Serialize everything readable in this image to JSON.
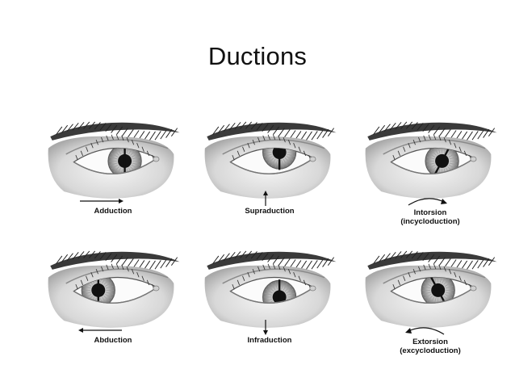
{
  "title": "Ductions",
  "panels": [
    {
      "label": "Adduction",
      "sub": "",
      "icon": "arrow-right-icon"
    },
    {
      "label": "Supraduction",
      "sub": "",
      "icon": "arrow-up-icon"
    },
    {
      "label": "Intorsion",
      "sub": "(incycloduction)",
      "icon": "curved-arrow-right-icon"
    },
    {
      "label": "Abduction",
      "sub": "",
      "icon": "arrow-left-icon"
    },
    {
      "label": "Infraduction",
      "sub": "",
      "icon": "arrow-down-icon"
    },
    {
      "label": "Extorsion",
      "sub": "(excycloduction)",
      "icon": "curved-arrow-left-icon"
    }
  ]
}
